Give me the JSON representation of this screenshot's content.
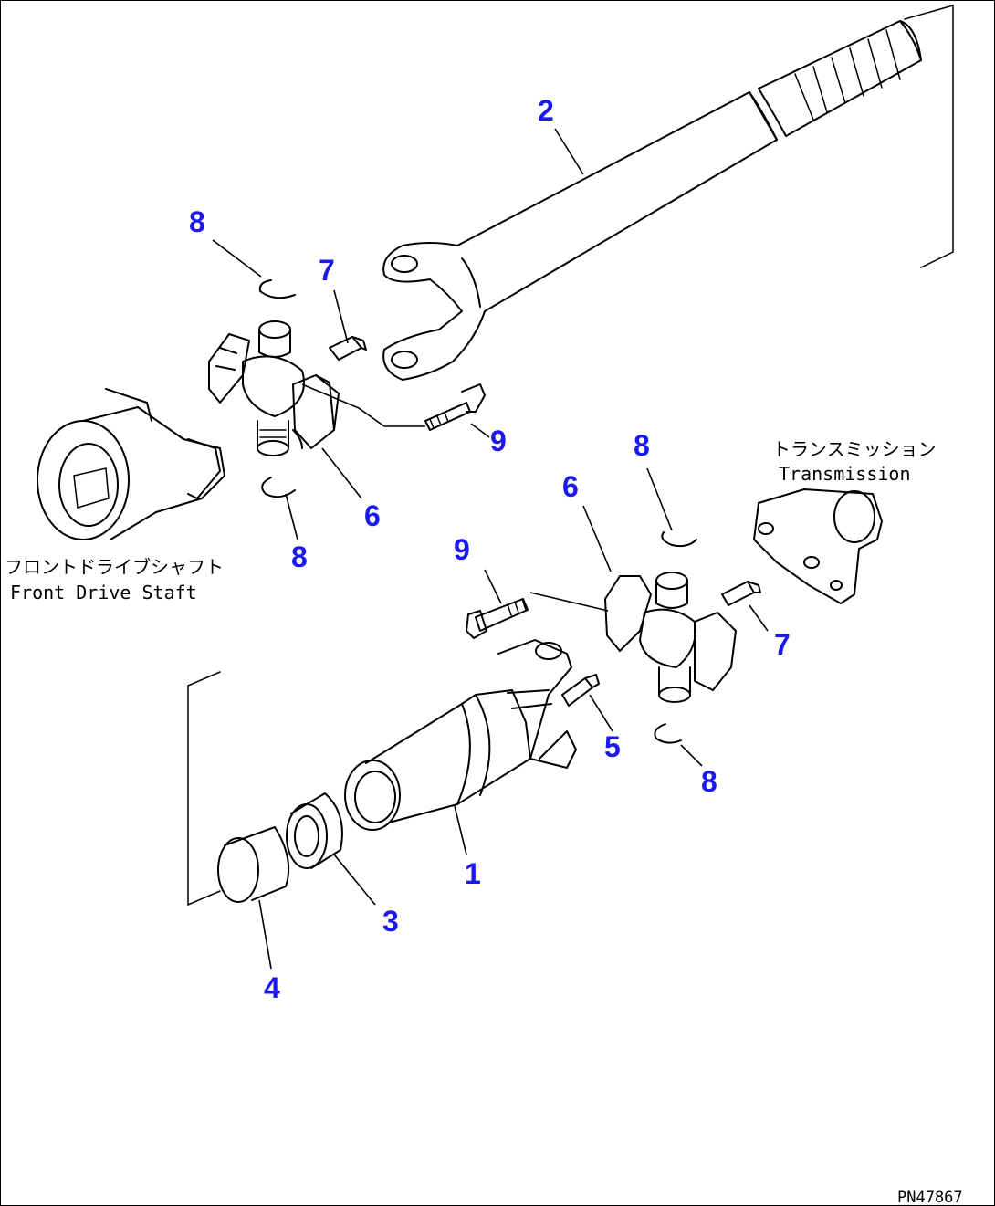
{
  "diagram": {
    "parts": [
      {
        "id": "part-1",
        "label": "1"
      },
      {
        "id": "part-2",
        "label": "2"
      },
      {
        "id": "part-3",
        "label": "3"
      },
      {
        "id": "part-4",
        "label": "4"
      },
      {
        "id": "part-5",
        "label": "5"
      },
      {
        "id": "part-6a",
        "label": "6"
      },
      {
        "id": "part-6b",
        "label": "6"
      },
      {
        "id": "part-7a",
        "label": "7"
      },
      {
        "id": "part-7b",
        "label": "7"
      },
      {
        "id": "part-8a",
        "label": "8"
      },
      {
        "id": "part-8b",
        "label": "8"
      },
      {
        "id": "part-8c",
        "label": "8"
      },
      {
        "id": "part-8d",
        "label": "8"
      },
      {
        "id": "part-9a",
        "label": "9"
      },
      {
        "id": "part-9b",
        "label": "9"
      }
    ],
    "captions": {
      "front_drive_jp": "フロントドライブシャフト",
      "front_drive_en": "Front Drive Staft",
      "transmission_jp": "トランスミッション",
      "transmission_en": "Transmission"
    },
    "drawing_number": "PN47867"
  }
}
